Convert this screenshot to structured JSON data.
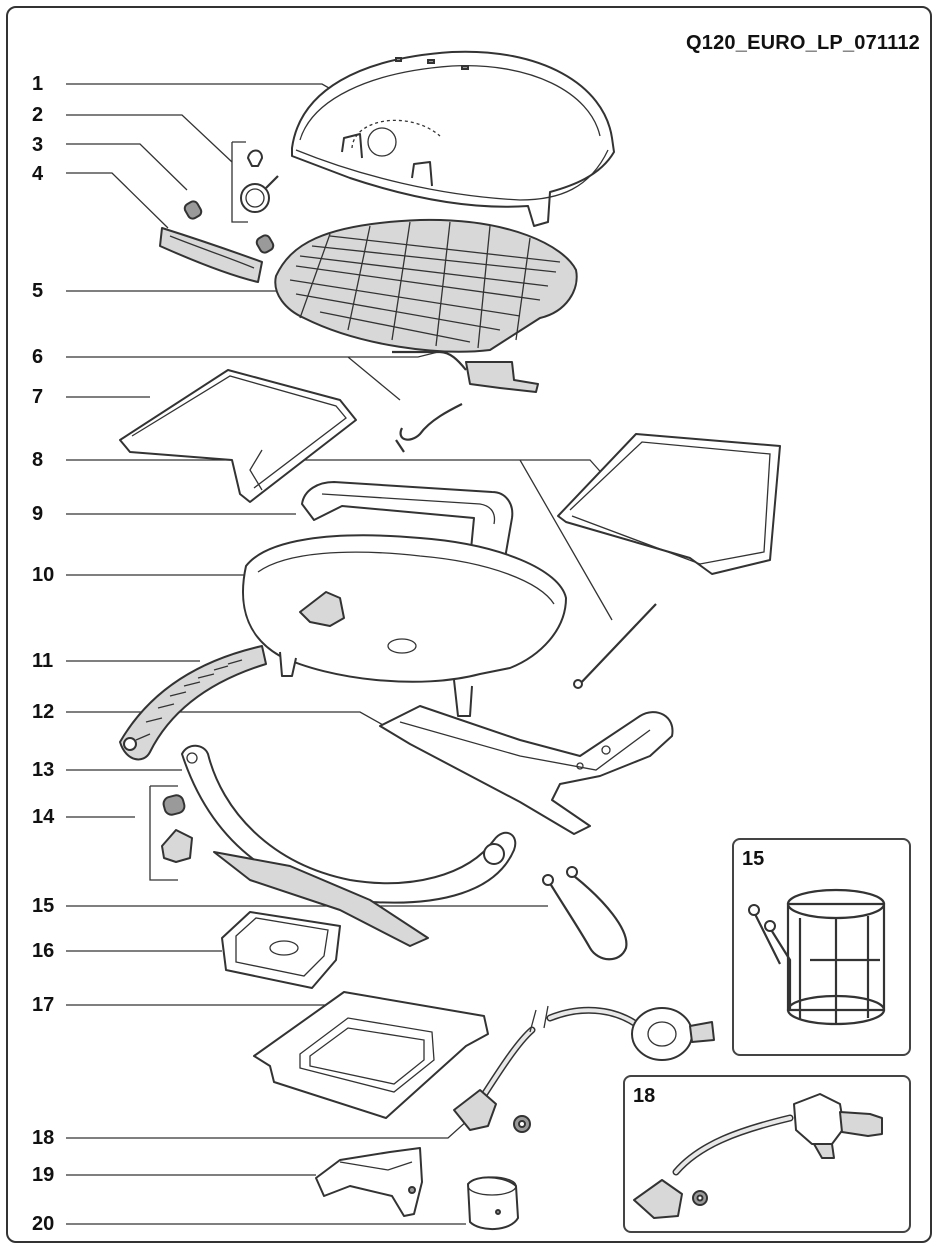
{
  "model_code": "Q120_EURO_LP_071112",
  "callouts": [
    "1",
    "2",
    "3",
    "4",
    "5",
    "6",
    "7",
    "8",
    "9",
    "10",
    "11",
    "12",
    "13",
    "14",
    "15",
    "16",
    "17",
    "18",
    "19",
    "20"
  ],
  "inset_15_label": "15",
  "inset_18_label": "18"
}
